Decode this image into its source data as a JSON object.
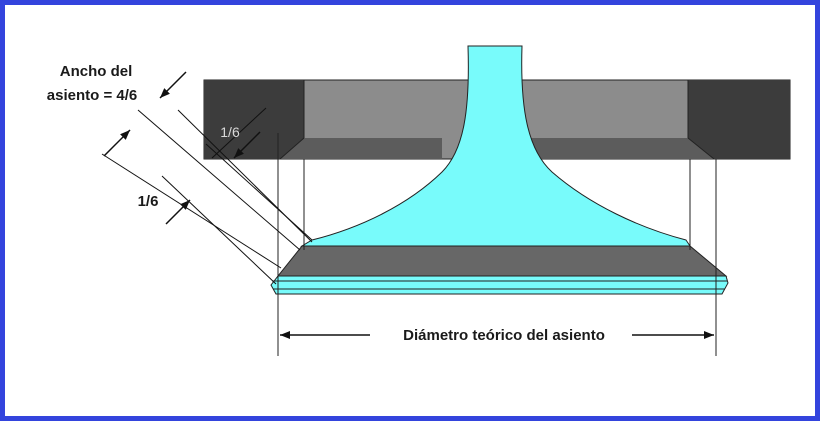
{
  "diagram": {
    "label_seat_width_line1": "Ancho del",
    "label_seat_width_line2": "asiento = 4/6",
    "label_fraction_outer": "1/6",
    "label_fraction_inner": "1/6",
    "label_diameter": "Diámetro teórico del asiento"
  },
  "colors": {
    "frame_border": "#3344dd",
    "valve_cyan": "#78fbfb",
    "head_dark": "#3c3c3c",
    "head_mid": "#8c8c8c",
    "seat_grey": "#676767",
    "line": "#111111"
  }
}
